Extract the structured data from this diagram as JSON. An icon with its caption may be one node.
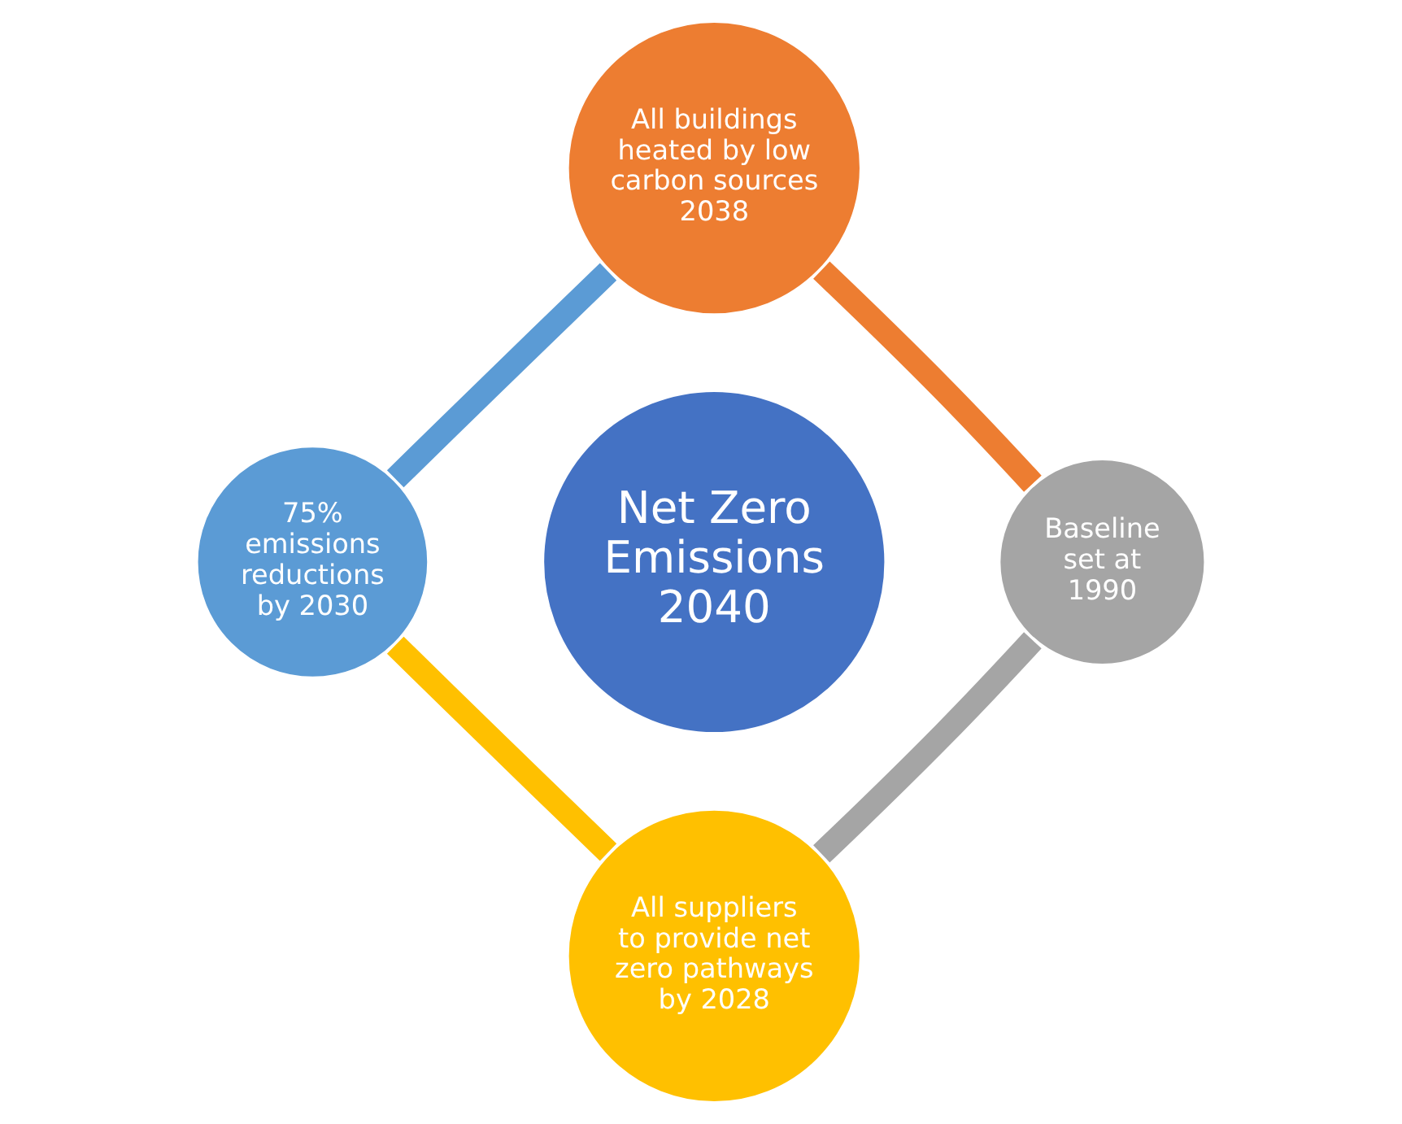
{
  "diagram": {
    "nodes": [
      {
        "text": [
          "All buildings heated by low carbon sources 2038"
        ]
      },
      {
        "text": [
          "75% emissions reductions by 2030"
        ]
      },
      {
        "text": [
          "Net Zero Emissions 2040"
        ]
      },
      {
        "text": [
          "Baseline set at 1990"
        ]
      },
      {
        "text": [
          "All suppliers to provide net zero pathways by 2028"
        ]
      }
    ],
    "edges": [
      {
        "from": 0,
        "to": 3,
        "arrow": "none",
        "color": "#ed7d31"
      },
      {
        "from": 3,
        "to": 4,
        "arrow": "none",
        "color": "#a5a5a5"
      },
      {
        "from": 4,
        "to": 1,
        "arrow": "none",
        "color": "#ffc000"
      },
      {
        "from": 1,
        "to": 0,
        "arrow": "none",
        "color": "#5b9bd5"
      }
    ]
  }
}
